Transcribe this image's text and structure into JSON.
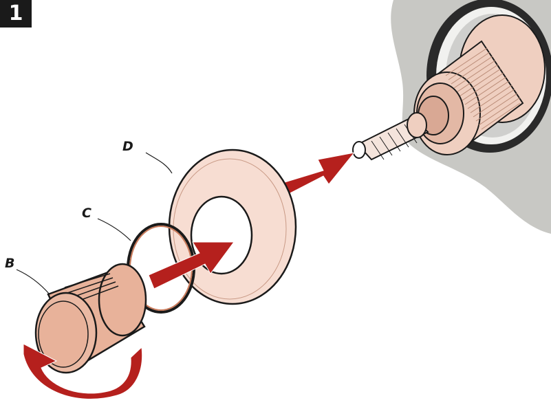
{
  "step": {
    "number": "1"
  },
  "callouts": {
    "b": "B",
    "c": "C",
    "d": "D"
  },
  "colors": {
    "arrow": "#b5201d",
    "part_fill": "#e8b29a",
    "flange_fill": "#f7ddd2",
    "wall": "#c8c8c4",
    "outline": "#1a1a1a"
  },
  "icons": {
    "step_badge": "step-number-badge",
    "assembly_arrow": "arrow-right-icon",
    "rotate_arrow": "rotate-clockwise-icon"
  }
}
